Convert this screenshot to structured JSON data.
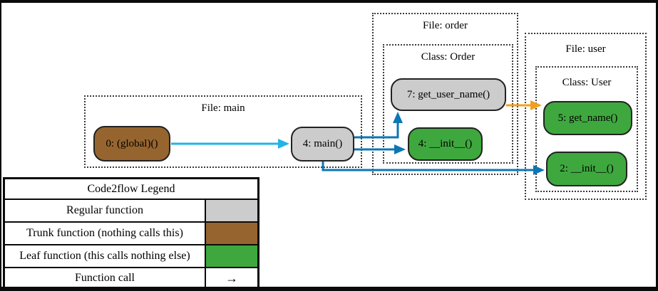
{
  "diagram": {
    "clusters": {
      "file_main": {
        "title": "File: main"
      },
      "file_order": {
        "title": "File: order"
      },
      "class_order": {
        "title": "Class: Order"
      },
      "file_user": {
        "title": "File: user"
      },
      "class_user": {
        "title": "Class: User"
      }
    },
    "nodes": {
      "global": {
        "label": "0: (global)()",
        "type": "trunk"
      },
      "main": {
        "label": "4: main()",
        "type": "regular"
      },
      "get_user_name": {
        "label": "7: get_user_name()",
        "type": "regular"
      },
      "order_init": {
        "label": "4: __init__()",
        "type": "leaf"
      },
      "get_name": {
        "label": "5: get_name()",
        "type": "leaf"
      },
      "user_init": {
        "label": "2: __init__()",
        "type": "leaf"
      }
    },
    "edges": [
      {
        "from": "0: (global)()",
        "to": "4: main()",
        "color_key": "edge_cyan"
      },
      {
        "from": "4: main()",
        "to": "7: get_user_name()",
        "color_key": "edge_blue"
      },
      {
        "from": "4: main()",
        "to": "4: __init__()",
        "color_key": "edge_blue"
      },
      {
        "from": "4: main()",
        "to": "2: __init__()",
        "color_key": "edge_blue"
      },
      {
        "from": "7: get_user_name()",
        "to": "5: get_name()",
        "color_key": "edge_orange"
      }
    ]
  },
  "colors": {
    "regular": "#cccccc",
    "trunk": "#96652f",
    "leaf": "#3ea83e",
    "edge_cyan": "#22b3e7",
    "edge_blue": "#0d76b4",
    "edge_orange": "#f0a01e"
  },
  "legend": {
    "title": "Code2flow Legend",
    "rows": [
      {
        "label": "Regular function",
        "swatch": "regular"
      },
      {
        "label": "Trunk function (nothing calls this)",
        "swatch": "trunk"
      },
      {
        "label": "Leaf function (this calls nothing else)",
        "swatch": "leaf"
      },
      {
        "label": "Function call",
        "swatch": "arrow",
        "symbol": "→"
      }
    ]
  }
}
